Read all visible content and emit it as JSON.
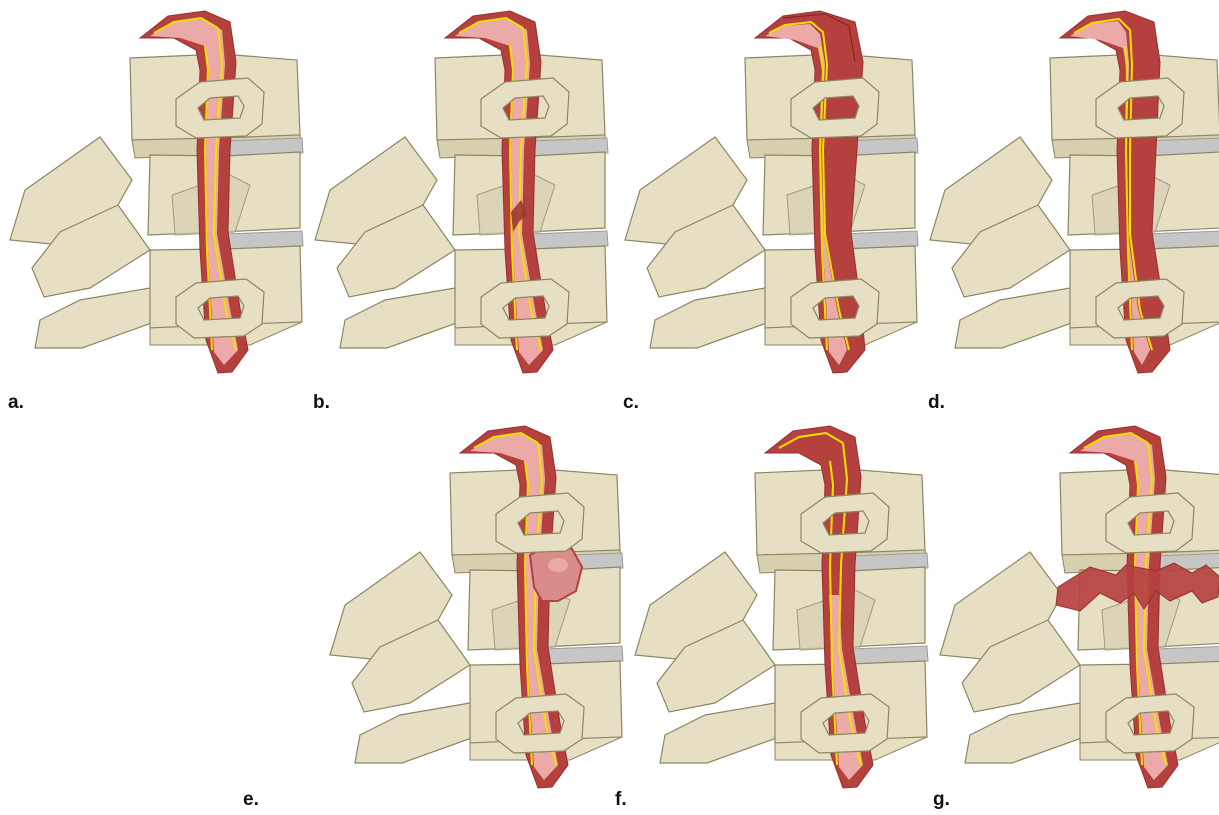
{
  "figure": {
    "colors": {
      "bone": "#e6dfc4",
      "bone_outline": "#8d8663",
      "disc": "#c6c6c6",
      "vessel_wall": "#b5413f",
      "vessel_wall_dark": "#99302f",
      "lumen": "#eba9a7",
      "intima": "#f2e100",
      "background": "#ffffff"
    },
    "panels": [
      {
        "label": "a.",
        "variant": "normal",
        "icons": [
          "vertebral-artery-icon"
        ]
      },
      {
        "label": "b.",
        "variant": "intimal-flap",
        "icons": [
          "vertebral-artery-icon"
        ]
      },
      {
        "label": "c.",
        "variant": "intramural-hematoma",
        "icons": [
          "vertebral-artery-icon"
        ]
      },
      {
        "label": "d.",
        "variant": "false-lumen-stenosis",
        "icons": [
          "vertebral-artery-icon"
        ]
      },
      {
        "label": "e.",
        "variant": "pseudoaneurysm",
        "icons": [
          "vertebral-artery-icon"
        ]
      },
      {
        "label": "f.",
        "variant": "occlusion",
        "icons": [
          "vertebral-artery-icon"
        ]
      },
      {
        "label": "g.",
        "variant": "transection",
        "icons": [
          "vertebral-artery-icon"
        ]
      }
    ]
  }
}
